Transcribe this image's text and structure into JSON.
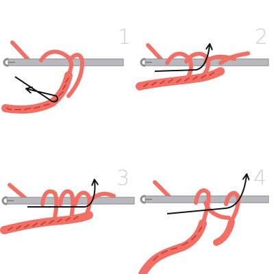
{
  "colors": {
    "yarn": "#f26f66",
    "yarn_dark": "#c9463e",
    "hook": "#b9b9bd",
    "hook_edge": "#8c8c90",
    "arrow": "#111111",
    "step_label": "#cfcfcf"
  },
  "icons": [
    "crochet-hook-icon",
    "arrow-icon"
  ],
  "steps": [
    {
      "label": "1"
    },
    {
      "label": "2"
    },
    {
      "label": "3"
    },
    {
      "label": "4"
    }
  ]
}
